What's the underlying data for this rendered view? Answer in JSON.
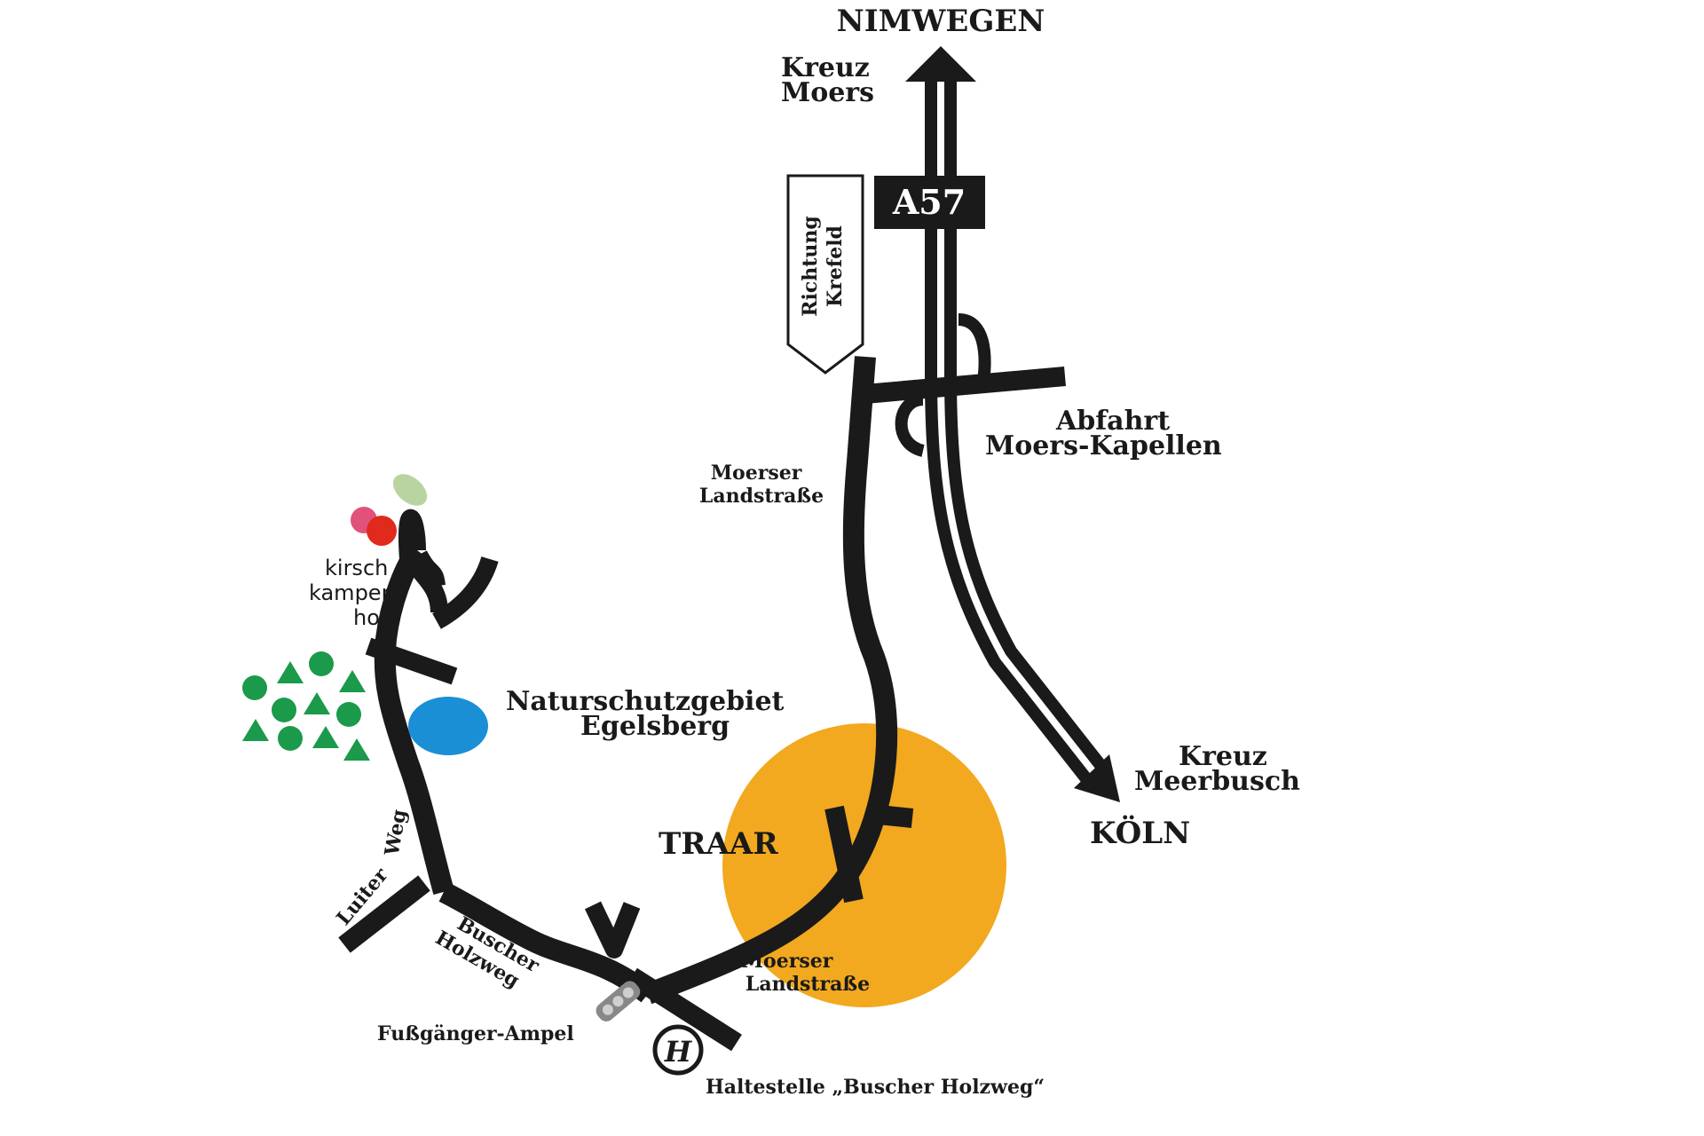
{
  "colors": {
    "road": "#1a1a1a",
    "town_circle": "#f2a91f",
    "lake": "#1a8fd6",
    "forest": "#1a9a4a",
    "cherry_dark": "#e02a1c",
    "cherry_light": "#e0527a",
    "leaf": "#b9d4a0",
    "highway_shield": "#1a1a1a"
  },
  "labels": {
    "nimwegen": "NIMWEGEN",
    "kreuz_moers_line1": "Kreuz",
    "kreuz_moers_line2": "Moers",
    "highway": "A57",
    "richtung_line1": "Richtung",
    "richtung_line2": "Krefeld",
    "abfahrt_line1": "Abfahrt",
    "abfahrt_line2": "Moers-Kapellen",
    "moerser_top_line1": "Moerser",
    "moerser_top_line2": "Landstraße",
    "kirschkamperhof_line1": "kirsch",
    "kirschkamperhof_line2": "kamper",
    "kirschkamperhof_line3": "hof",
    "naturschutz_line1": "Naturschutzgebiet",
    "naturschutz_line2": "Egelsberg",
    "kreuz_meerbusch_line1": "Kreuz",
    "kreuz_meerbusch_line2": "Meerbusch",
    "koeln": "KÖLN",
    "traar": "TRAAR",
    "luiter_line1": "Luiter",
    "luiter_line2": "Weg",
    "buscher_line1": "Buscher",
    "buscher_line2": "Holzweg",
    "moerser_bottom_line1": "Moerser",
    "moerser_bottom_line2": "Landstraße",
    "ampel": "Fußgänger-Ampel",
    "bus_stop_letter": "H",
    "haltestelle": "Haltestelle „Buscher Holzweg“"
  },
  "icons": {
    "bus_stop": "bus-stop-icon",
    "traffic_light": "traffic-light-icon",
    "forest": "forest-icon",
    "lake": "lake-icon",
    "cherry": "cherry-icon",
    "leaf": "leaf-icon",
    "direction_arrow": "direction-arrow-icon"
  }
}
